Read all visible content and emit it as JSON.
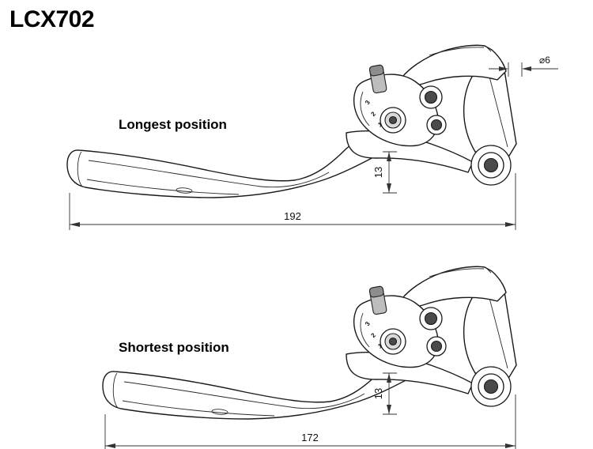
{
  "title": "LCX702",
  "dial_numbers": [
    "3",
    "2",
    "1"
  ],
  "diagrams": [
    {
      "label": "Longest position",
      "length": "192",
      "height": "13",
      "diameter": "⌀6"
    },
    {
      "label": "Shortest position",
      "length": "172",
      "height": "13"
    }
  ]
}
